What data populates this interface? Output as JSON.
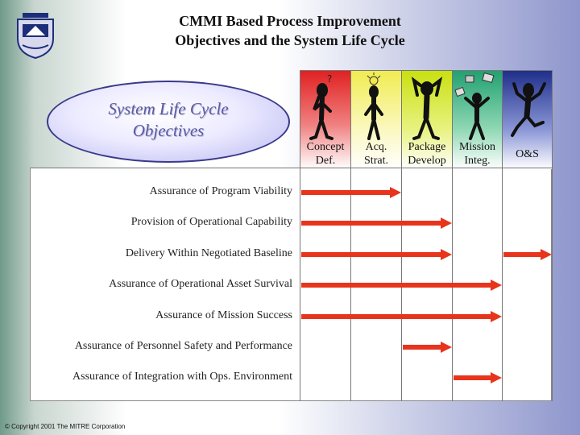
{
  "title": {
    "line1": "CMMI Based Process Improvement",
    "line2": "Objectives and the System Life Cycle"
  },
  "logo": {
    "icon": "air-force-shield-icon"
  },
  "oval": {
    "line1": "System Life Cycle",
    "line2": "Objectives"
  },
  "phases": [
    {
      "line1": "Concept",
      "line2": "Def.",
      "color": "#e04040",
      "figure": "thinking-figure-icon"
    },
    {
      "line1": "Acq.",
      "line2": "Strat.",
      "color": "#f3ef78",
      "figure": "idea-figure-icon"
    },
    {
      "line1": "Package",
      "line2": "Develop",
      "color": "#d9ec20",
      "figure": "puzzled-figure-icon"
    },
    {
      "line1": "Mission",
      "line2": "Integ.",
      "color": "#44b080",
      "figure": "juggling-figure-icon"
    },
    {
      "line1": "O&S",
      "line2": "",
      "color": "#2f3f9a",
      "figure": "dancing-figure-icon"
    }
  ],
  "objectives": [
    {
      "label": "Assurance of Program Viability",
      "arrow_end_phase": 1
    },
    {
      "label": "Provision of Operational Capability",
      "arrow_end_phase": 2
    },
    {
      "label": "Delivery Within Negotiated Baseline",
      "arrow_end_phase": 2,
      "second_arrow": "O&S"
    },
    {
      "label": "Assurance of Operational Asset Survival",
      "arrow_end_phase": 3
    },
    {
      "label": "Assurance of Mission Success",
      "arrow_end_phase": 3
    },
    {
      "label": "Assurance of Personnel Safety and Performance",
      "arrow_phase": "Package"
    },
    {
      "label": "Assurance of Integration with Ops. Environment",
      "arrow_phase": "Mission"
    }
  ],
  "colors": {
    "arrow": "#e8341c",
    "oval_border": "#3a3a8a"
  },
  "copyright": "© Copyright 2001 The MITRE Corporation"
}
